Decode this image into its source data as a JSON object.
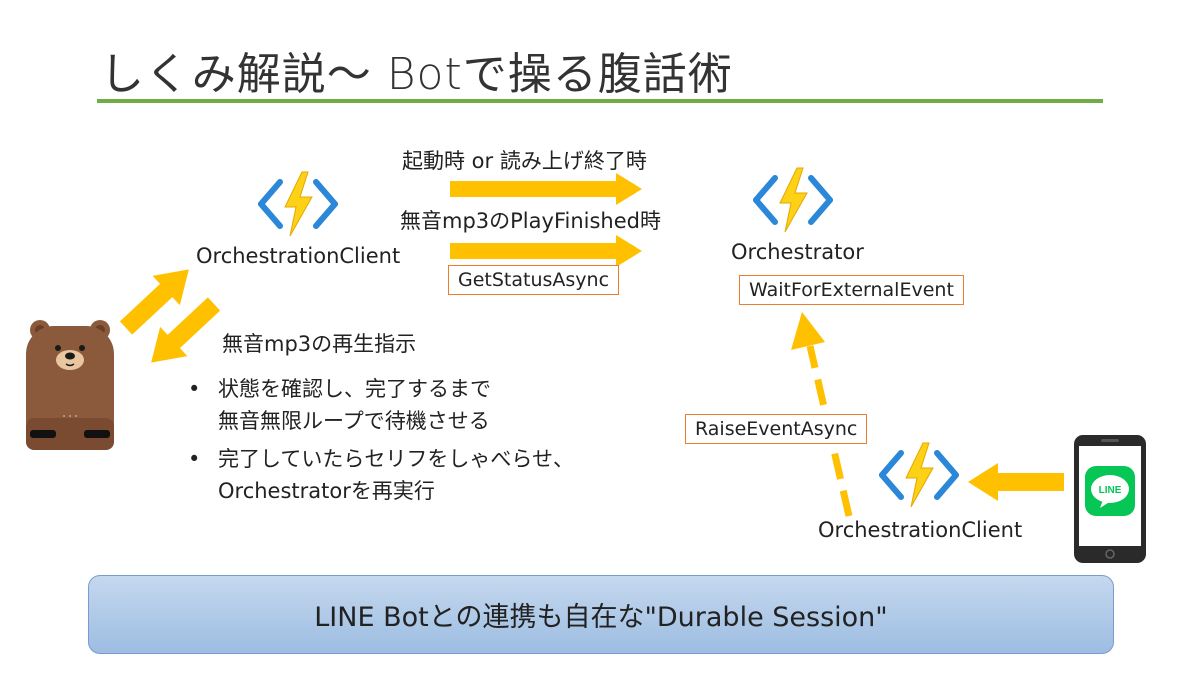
{
  "title": "しくみ解説～ Botで操る腹話術",
  "labels": {
    "trigger_top": "起動時 or 読み上げ終了時",
    "trigger_bottom": "無音mp3のPlayFinished時",
    "client_top": "OrchestrationClient",
    "orchestrator": "Orchestrator",
    "client_bottom": "OrchestrationClient",
    "play_silent": "無音mp3の再生指示"
  },
  "boxes": {
    "get_status": "GetStatusAsync",
    "wait_event": "WaitForExternalEvent",
    "raise_event": "RaiseEventAsync"
  },
  "bullets": [
    {
      "line1": "状態を確認し、完了するまで",
      "line2": "無音無限ループで待機させる"
    },
    {
      "line1": "完了していたらセリフをしゃべらせ、",
      "line2": "Orchestratorを再実行"
    }
  ],
  "line_logo_text": "LINE",
  "banner": "LINE Botとの連携も自在な\"Durable Session\"",
  "colors": {
    "accent_rule": "#70ad47",
    "arrow": "#ffc000",
    "box_border": "#ed7d31",
    "function_bracket": "#2b88d8",
    "function_bolt": "#fcd116",
    "line_green": "#06c755",
    "bear_body": "#8b5a3c"
  },
  "icons": [
    "azure-functions-icon",
    "bear-speaker-icon",
    "smartphone-line-icon"
  ]
}
